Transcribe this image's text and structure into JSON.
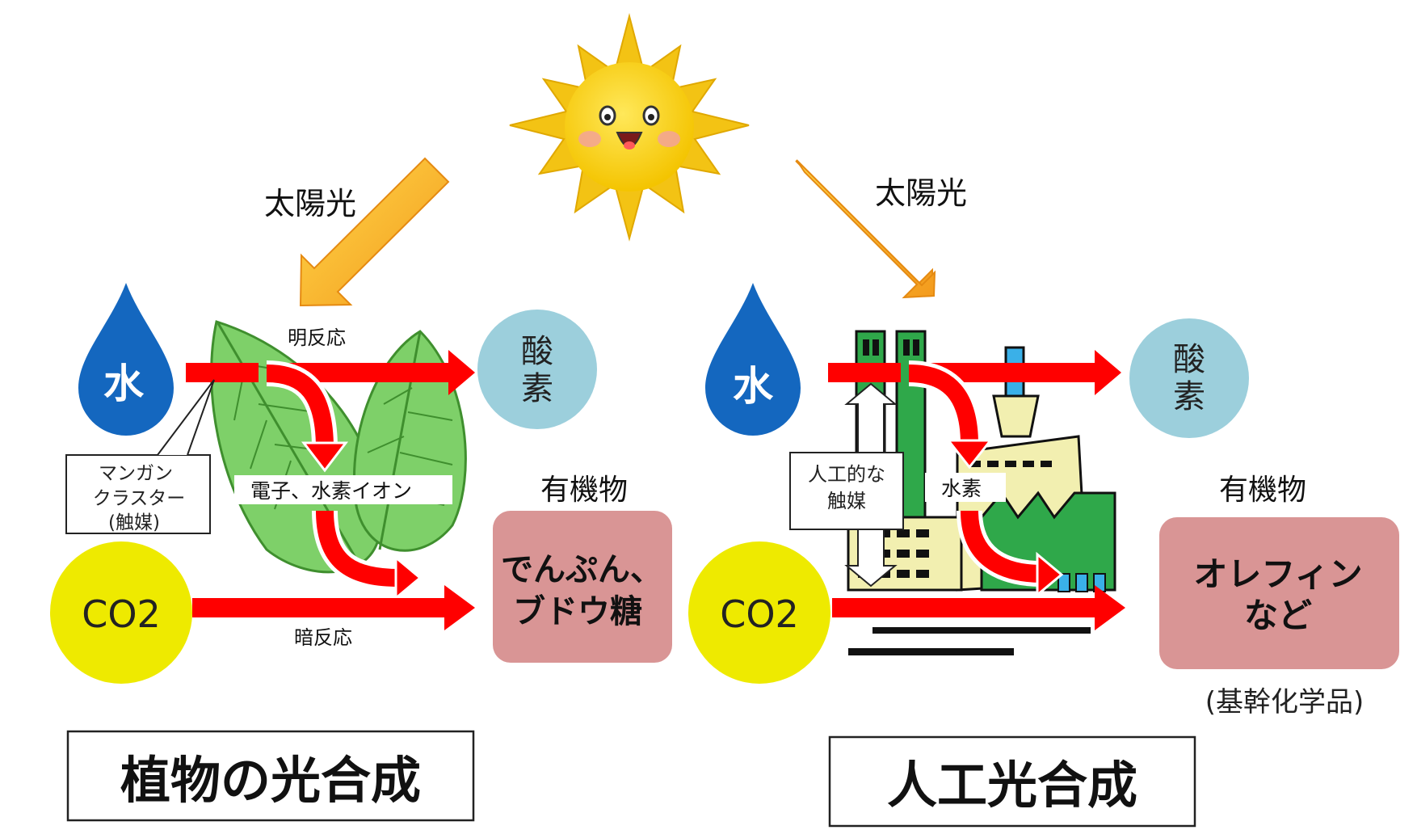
{
  "sunlight": "太陽光",
  "plant": {
    "water": "水",
    "light_reaction": "明反応",
    "oxygen_line1": "酸",
    "oxygen_line2": "素",
    "catalyst_line1": "マンガン",
    "catalyst_line2": "クラスター",
    "catalyst_line3": "(触媒)",
    "electrons": "電子、水素イオン",
    "organic": "有機物",
    "co2": "CO2",
    "dark_reaction": "暗反応",
    "product_line1": "でんぷん、",
    "product_line2": "ブドウ糖",
    "title": "植物の光合成"
  },
  "artificial": {
    "water": "水",
    "oxygen_line1": "酸",
    "oxygen_line2": "素",
    "catalyst_line1": "人工的な",
    "catalyst_line2": "触媒",
    "hydrogen": "水素",
    "organic": "有機物",
    "co2": "CO2",
    "product_line1": "オレフィン",
    "product_line2": "など",
    "product_note": "(基幹化学品)",
    "title": "人工光合成"
  },
  "colors": {
    "red_arrow": "#ff0000",
    "sun_arrow": "#f5a623",
    "water_drop": "#1565c0",
    "oxygen": "#9ccfdc",
    "co2": "#eeea00",
    "product": "#d99595",
    "leaf": "#7ed069",
    "factory": "#f2efb0"
  }
}
